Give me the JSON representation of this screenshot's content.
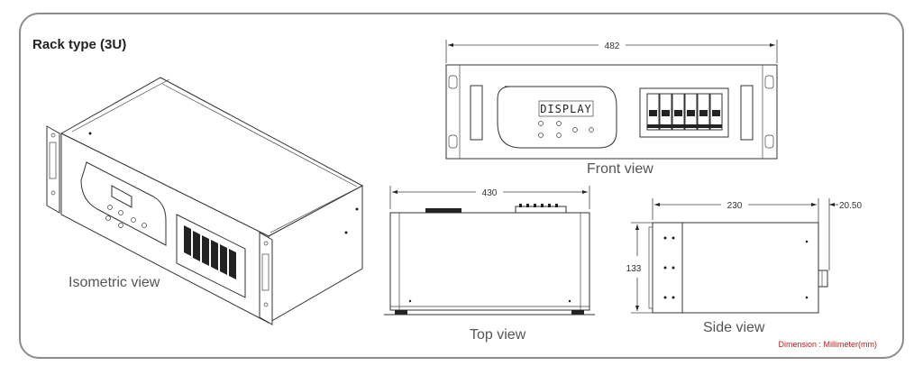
{
  "title": "Rack type (3U)",
  "views": {
    "isometric": "Isometric view",
    "front": "Front view",
    "top": "Top view",
    "side": "Side view"
  },
  "dimensions": {
    "front_width": "482",
    "top_width": "430",
    "side_depth": "230",
    "side_protrusion": "20.50",
    "side_height": "133"
  },
  "display_text": "DISPLAY",
  "footnote": "Dimension : Millimeter(mm)"
}
